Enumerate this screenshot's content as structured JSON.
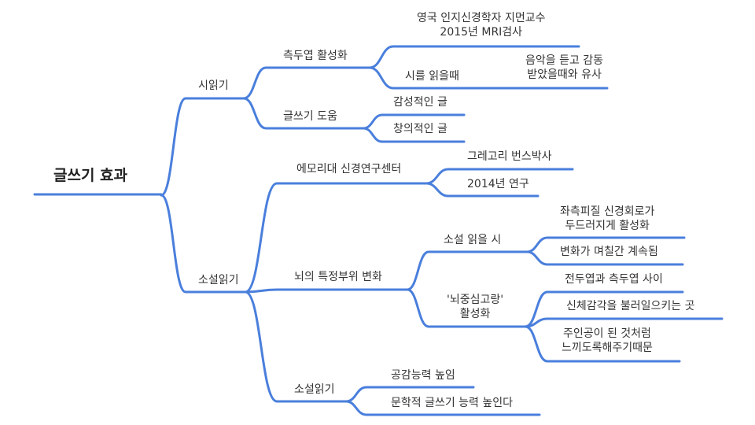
{
  "colors": {
    "edge": "#4a7fdc",
    "text": "#333333",
    "background": "#ffffff"
  },
  "mindmap": {
    "root": "글쓰기 효과",
    "branches": [
      {
        "label": "시읽기",
        "children": [
          {
            "label": "측두엽 활성화",
            "children": [
              {
                "lines": [
                  "영국 인지신경학자 지먼교수",
                  "2015년 MRI검사"
                ]
              },
              {
                "label": "시를 읽을때",
                "note_lines": [
                  "음악을 듣고 감동",
                  "받았을때와 유사"
                ]
              }
            ]
          },
          {
            "label": "글쓰기 도움",
            "children": [
              {
                "label": "감성적인 글"
              },
              {
                "label": "창의적인 글"
              }
            ]
          }
        ]
      },
      {
        "label": "소설읽기",
        "children": [
          {
            "label": "에모리대 신경연구센터",
            "children": [
              {
                "label": "그레고리 번스박사"
              },
              {
                "label": "2014년 연구"
              }
            ]
          },
          {
            "label": "뇌의 특정부위 변화",
            "children": [
              {
                "label": "소설 읽을 시",
                "children": [
                  {
                    "lines": [
                      "좌측피질 신경회로가",
                      "두드러지게 활성화"
                    ]
                  },
                  {
                    "label": "변화가 며칠간 계속됨"
                  }
                ]
              },
              {
                "lines": [
                  "'뇌중심고랑'",
                  "활성화"
                ],
                "children": [
                  {
                    "label": "전두엽과 측두엽 사이"
                  },
                  {
                    "label": "신체감각을 불러일으키는 곳"
                  },
                  {
                    "lines": [
                      "주인공이 된 것처럼",
                      "느끼도록해주기때문"
                    ]
                  }
                ]
              }
            ]
          },
          {
            "label": "소설읽기",
            "children": [
              {
                "label": "공감능력 높임"
              },
              {
                "label": "문학적 글쓰기 능력 높인다"
              }
            ]
          }
        ]
      }
    ]
  }
}
